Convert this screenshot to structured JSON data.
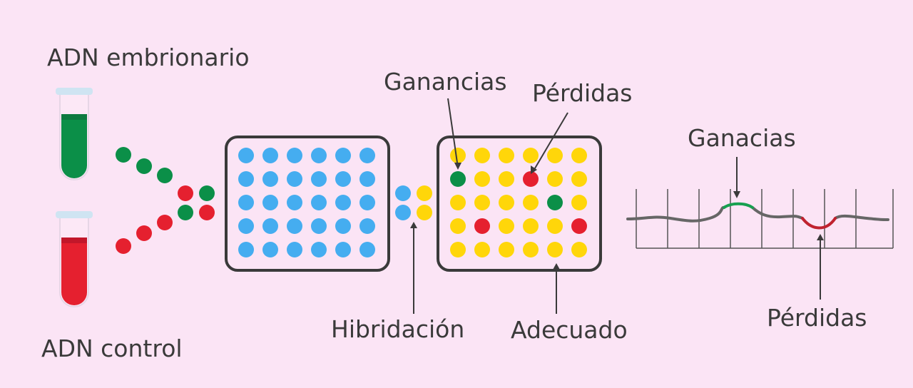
{
  "labels": {
    "dna_embryo": "ADN embrionario",
    "dna_control": "ADN control",
    "gains_array": "Ganancias",
    "losses_array": "Pérdidas",
    "hybridization": "Hibridación",
    "adequate": "Adecuado",
    "gains_profile": "Ganacias",
    "losses_profile": "Pérdidas"
  },
  "colors": {
    "background": "#fbe4f5",
    "green": "#0b8f48",
    "red": "#e5202f",
    "blue": "#45adf0",
    "yellow": "#ffd60a",
    "outline": "#3a3a3a",
    "text": "#3a3a3a"
  },
  "array_result": [
    [
      "yellow",
      "yellow",
      "yellow",
      "yellow",
      "yellow",
      "yellow"
    ],
    [
      "green",
      "yellow",
      "yellow",
      "red",
      "yellow",
      "yellow"
    ],
    [
      "yellow",
      "yellow",
      "yellow",
      "yellow",
      "green",
      "yellow"
    ],
    [
      "yellow",
      "red",
      "yellow",
      "yellow",
      "yellow",
      "red"
    ],
    [
      "yellow",
      "yellow",
      "yellow",
      "yellow",
      "yellow",
      "yellow"
    ]
  ]
}
